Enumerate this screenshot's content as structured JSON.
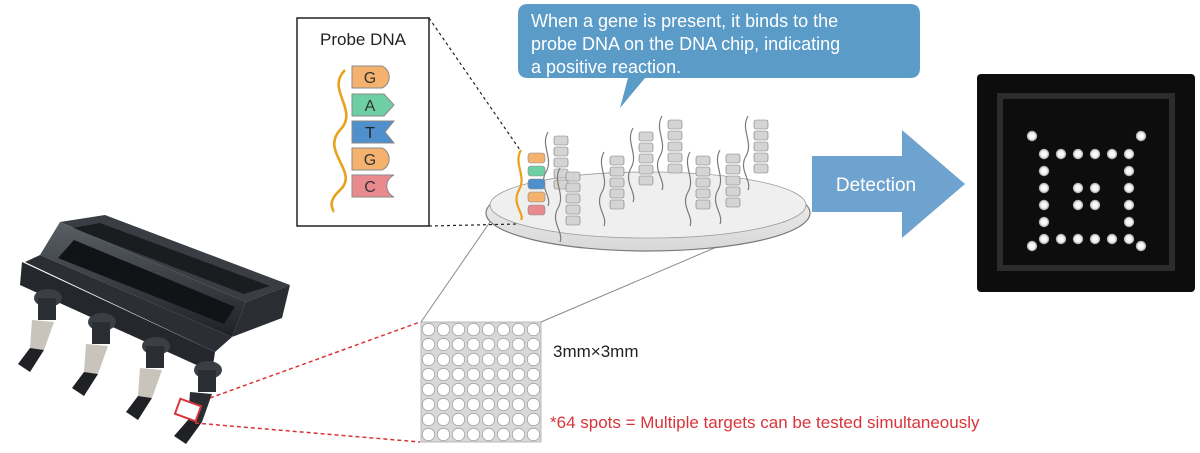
{
  "callout": {
    "text_lines": [
      "When a gene is present, it binds to the",
      "probe DNA on the DNA chip, indicating",
      "a positive reaction."
    ]
  },
  "probe_panel": {
    "title": "Probe DNA",
    "bases": [
      "G",
      "A",
      "T",
      "G",
      "C"
    ]
  },
  "detection_label": "Detection",
  "chip_size_label": "3mm×3mm",
  "spots_note": "*64 spots = Multiple targets can be tested simultaneously",
  "colors": {
    "callout_bg": "#5b9bc8",
    "arrow": "#6fa3cf",
    "note_red": "#d9343a",
    "base_G": "#f4b26e",
    "base_A": "#6fcfa4",
    "base_T": "#4f8fcc",
    "base_C": "#e98a8f",
    "strand": "#e8a21c"
  }
}
